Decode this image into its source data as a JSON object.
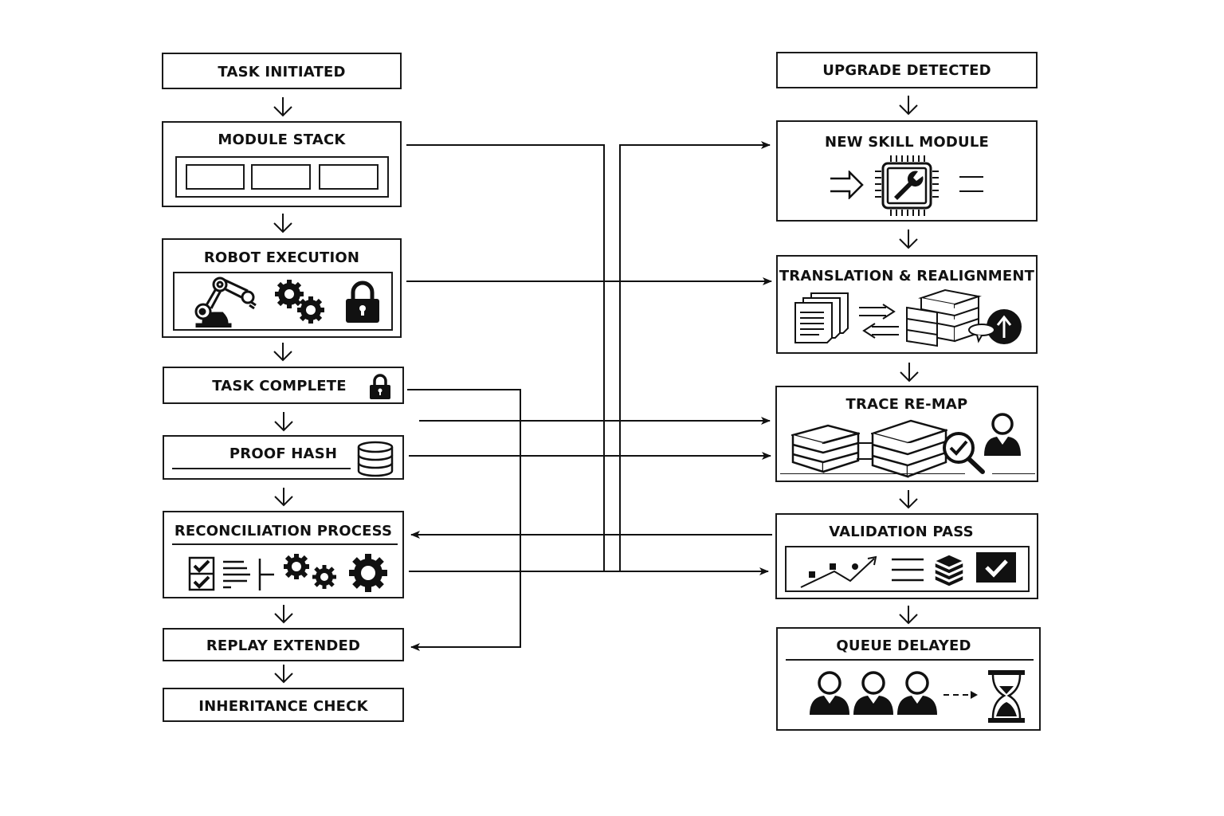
{
  "diagram": {
    "left_column": [
      {
        "id": "task-initiated",
        "label": "TASK INITIATED"
      },
      {
        "id": "module-stack",
        "label": "MODULE STACK",
        "icons": [
          "module-slot",
          "module-slot",
          "module-slot"
        ]
      },
      {
        "id": "robot-execution",
        "label": "ROBOT EXECUTION",
        "icons": [
          "robot-arm",
          "gears",
          "lock"
        ]
      },
      {
        "id": "task-complete",
        "label": "TASK COMPLETE",
        "icons": [
          "lock"
        ]
      },
      {
        "id": "proof-hash",
        "label": "PROOF HASH",
        "icons": [
          "database"
        ]
      },
      {
        "id": "reconciliation-process",
        "label": "RECONCILIATION PROCESS",
        "icons": [
          "checklist",
          "text-lines",
          "branch",
          "gears",
          "gear"
        ]
      },
      {
        "id": "replay-extended",
        "label": "REPLAY EXTENDED"
      },
      {
        "id": "inheritance-check",
        "label": "INHERITANCE CHECK"
      }
    ],
    "right_column": [
      {
        "id": "upgrade-detected",
        "label": "UPGRADE DETECTED"
      },
      {
        "id": "new-skill-module",
        "label": "NEW SKILL MODULE",
        "icons": [
          "arrow-right",
          "chip-wrench",
          "equals-lines"
        ]
      },
      {
        "id": "translation-realignment",
        "label": "TRANSLATION & REALIGNMENT",
        "icons": [
          "documents",
          "bidirectional-arrows",
          "data-blocks",
          "upload-badge"
        ]
      },
      {
        "id": "trace-remap",
        "label": "TRACE RE-MAP",
        "icons": [
          "data-block",
          "data-block",
          "magnifier-check",
          "user"
        ]
      },
      {
        "id": "validation-pass",
        "label": "VALIDATION PASS",
        "icons": [
          "trend-chart",
          "text-lines",
          "layers",
          "checkbox-checked"
        ]
      },
      {
        "id": "queue-delayed",
        "label": "QUEUE DELAYED",
        "icons": [
          "user",
          "user",
          "user",
          "dashed-arrow",
          "hourglass"
        ]
      }
    ],
    "connections": [
      {
        "from": "task-initiated",
        "to": "module-stack"
      },
      {
        "from": "module-stack",
        "to": "robot-execution"
      },
      {
        "from": "robot-execution",
        "to": "task-complete"
      },
      {
        "from": "task-complete",
        "to": "proof-hash"
      },
      {
        "from": "proof-hash",
        "to": "reconciliation-process"
      },
      {
        "from": "reconciliation-process",
        "to": "replay-extended"
      },
      {
        "from": "replay-extended",
        "to": "inheritance-check"
      },
      {
        "from": "upgrade-detected",
        "to": "new-skill-module"
      },
      {
        "from": "new-skill-module",
        "to": "translation-realignment"
      },
      {
        "from": "translation-realignment",
        "to": "trace-remap"
      },
      {
        "from": "trace-remap",
        "to": "validation-pass"
      },
      {
        "from": "validation-pass",
        "to": "queue-delayed"
      },
      {
        "from": "module-stack",
        "to": "new-skill-module",
        "via": "bus"
      },
      {
        "from": "robot-execution",
        "to": "translation-realignment"
      },
      {
        "from": "task-complete",
        "to": "replay-extended"
      },
      {
        "from": "proof-hash",
        "to": "trace-remap"
      },
      {
        "from": "validation-pass",
        "to": "reconciliation-process"
      },
      {
        "from": "reconciliation-process",
        "to": "validation-pass"
      }
    ]
  }
}
